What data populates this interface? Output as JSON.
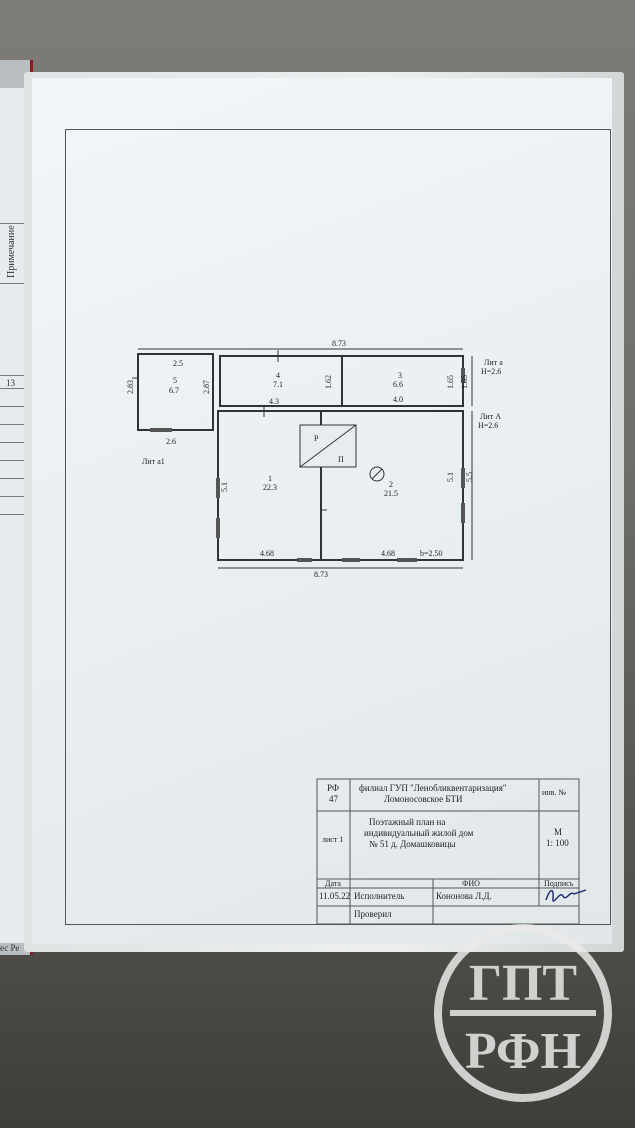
{
  "sidebar": {
    "note_header": "Примечание",
    "note_number": "13",
    "side_text": "ес Ре"
  },
  "plan": {
    "dim_top": "8.73",
    "dim_bottom": "8.73",
    "liter_top": "Лит а",
    "height_top": "H=2.6",
    "liter_main": "Лит А",
    "height_main": "H=2.6",
    "liter_b1": "Лит а1",
    "rooms": [
      {
        "number": "1",
        "area": "22.3"
      },
      {
        "number": "2",
        "area": "21.5"
      },
      {
        "number": "3",
        "area": "6.6"
      },
      {
        "number": "4",
        "area": "7.1"
      },
      {
        "number": "5",
        "area": "6.7"
      }
    ],
    "dims": {
      "r5_top": "2.5",
      "r5_left": "2.83",
      "r5_bottom": "2.6",
      "r5_right": "2.87",
      "r4_r3": "1.62",
      "r3_right": "1.65",
      "r3_outer": "1.85",
      "r3_bottom": "4.0",
      "r4_bottom": "4.3",
      "r1_left": "5.1",
      "r2_right": "5.1",
      "outer_right": "5.5",
      "r1_bottom": "4.68",
      "r2_bottom": "4.68",
      "b_note": "b=2.50"
    },
    "stove_r": "Р",
    "stove_p": "П"
  },
  "stamp": {
    "rf": "РФ",
    "rf_num": "47",
    "org_line1": "филиал ГУП \"Ленобликвентаризация\"",
    "org_line2": "Ломоносовское БТИ",
    "inv": "инв. №",
    "title_line1": "Поэтажный план на",
    "title_line2": "индивидуальный жилой дом",
    "title_line3": "№ 51  д. Домашковицы",
    "sheet": "лист 1",
    "scale_m": "М",
    "scale": "1: 100",
    "date_header": "Дата",
    "fio_header": "ФИО",
    "sign_header": "Подпись",
    "date": "11.05.22",
    "executor": "Исполнитель",
    "executor_name": "Кононова Л.Д.",
    "checked": "Проверил"
  },
  "watermark": {
    "top_letters": "ГПТ",
    "bottom_letters": "РФН"
  }
}
